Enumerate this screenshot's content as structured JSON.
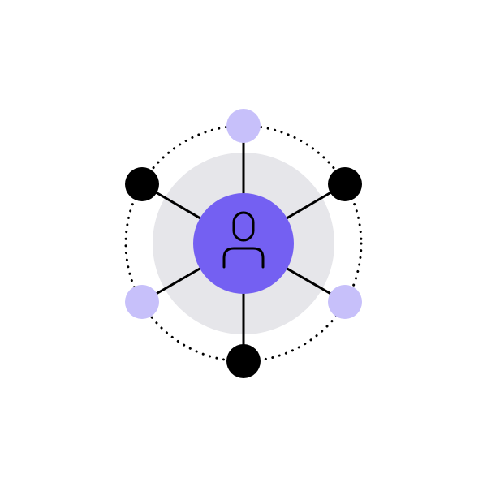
{
  "diagram": {
    "icons": {
      "center": "user-icon"
    },
    "colors": {
      "background": "#ffffff",
      "halo": "#e6e6ea",
      "center_fill": "#7460f2",
      "satellite_light": "#c7c0fa",
      "satellite_dark": "#000000",
      "stroke": "#000000"
    },
    "nodes": [
      {
        "id": "top",
        "tone": "light"
      },
      {
        "id": "upper-right",
        "tone": "dark"
      },
      {
        "id": "lower-right",
        "tone": "light"
      },
      {
        "id": "bottom",
        "tone": "dark"
      },
      {
        "id": "lower-left",
        "tone": "light"
      },
      {
        "id": "upper-left",
        "tone": "dark"
      }
    ]
  }
}
